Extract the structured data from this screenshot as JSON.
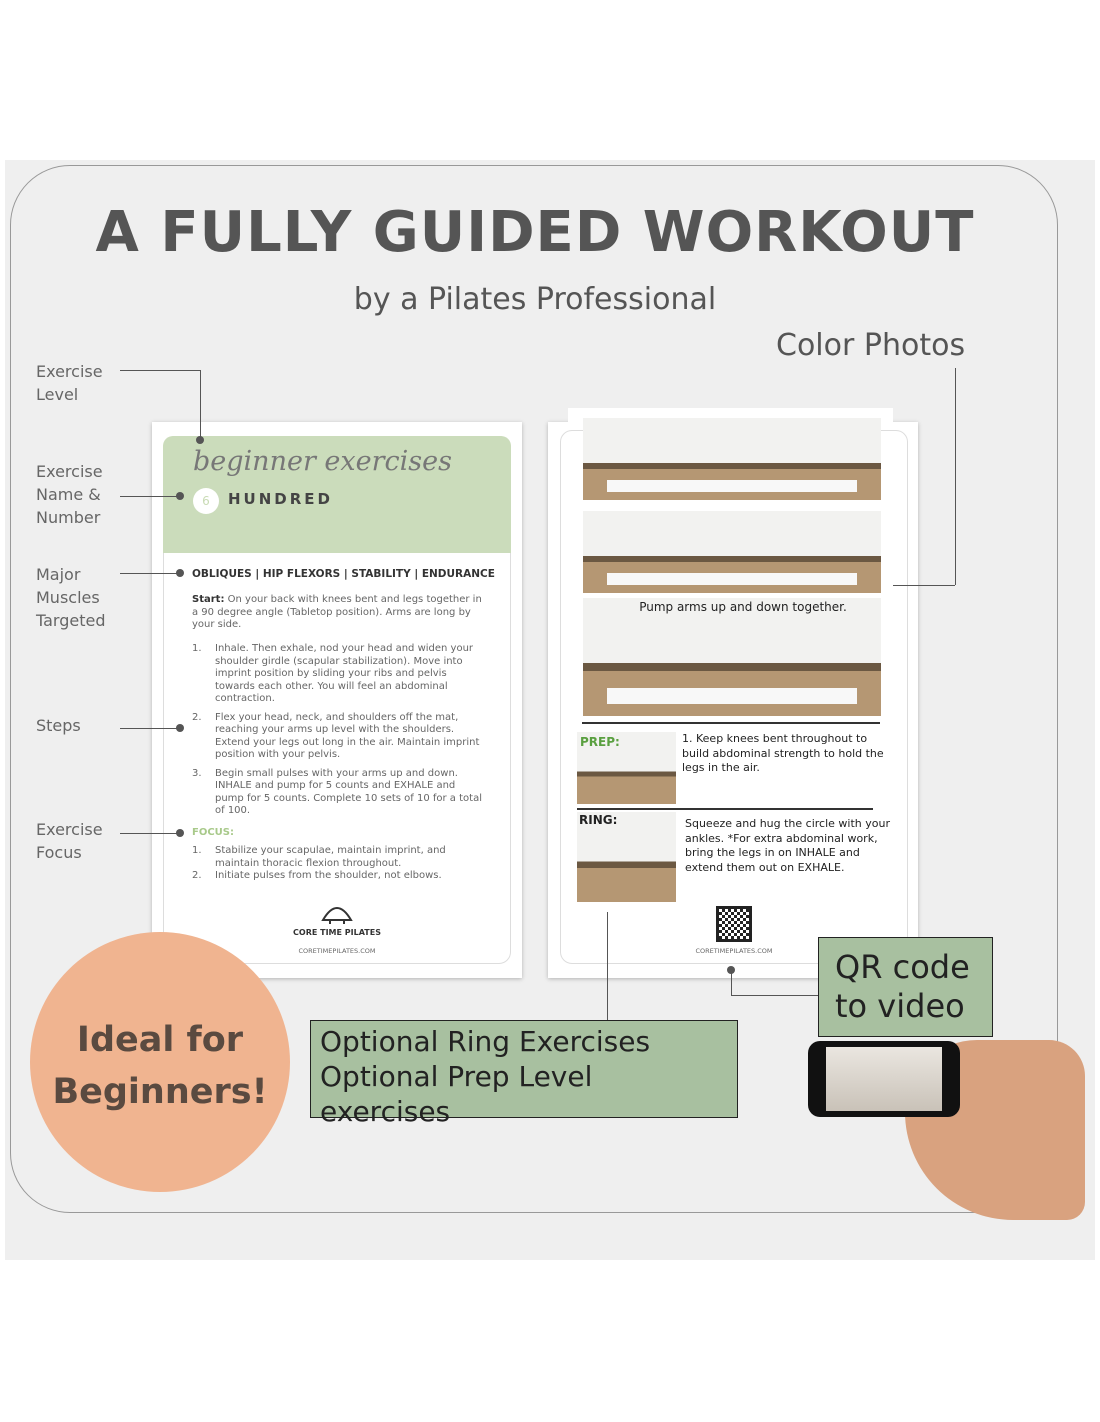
{
  "header": {
    "title": "A FULLY GUIDED WORKOUT",
    "subtitle": "by a Pilates Professional",
    "color_photos": "Color Photos"
  },
  "callouts": {
    "level": [
      "Exercise",
      "Level"
    ],
    "name": [
      "Exercise",
      "Name &",
      "Number"
    ],
    "muscles": [
      "Major",
      "Muscles",
      "Targeted"
    ],
    "steps": "Steps",
    "focus": [
      "Exercise",
      "Focus"
    ]
  },
  "card": {
    "category": "beginner exercises",
    "number": "6",
    "name": "HUNDRED",
    "muscles": "OBLIQUES | HIP FLEXORS | STABILITY | ENDURANCE",
    "start_label": "Start:",
    "start": " On your back with knees bent and legs together in a 90 degree angle (Tabletop position). Arms are long by your side.",
    "steps": [
      "Inhale. Then exhale, nod your head and widen your shoulder girdle (scapular stabilization).  Move into imprint position by sliding your ribs and pelvis towards each other. You will feel an abdominal contraction.",
      "Flex your head, neck, and shoulders off the mat, reaching your arms up level with the shoulders. Extend your legs out long in the air. Maintain imprint position with your pelvis.",
      "Begin small pulses with your arms up and down. INHALE and pump for 5 counts and EXHALE and pump for 5 counts. Complete 10 sets of 10 for a total of 100."
    ],
    "focus_label": "FOCUS:",
    "focus": [
      "Stabilize your scapulae, maintain imprint, and maintain thoracic flexion throughout.",
      "Initiate pulses from the shoulder, not elbows."
    ],
    "logo": "CORE TIME PILATES",
    "website": "CORETIMEPILATES.COM"
  },
  "photo_card": {
    "caption": "Pump arms up and down together.",
    "prep_label": "PREP:",
    "prep": "1. Keep knees bent throughout to build abdominal strength to hold the legs in the air.",
    "ring_label": "RING:",
    "ring": "Squeeze and hug the circle with your ankles. *For extra abdominal work, bring the legs in on INHALE and extend them out on EXHALE.",
    "website": "CORETIMEPILATES.COM"
  },
  "boxes": {
    "optional": [
      "Optional Ring Exercises",
      "Optional Prep Level exercises"
    ],
    "qr": [
      "QR code",
      "to video"
    ]
  },
  "badge": [
    "Ideal for",
    "Beginners!"
  ]
}
